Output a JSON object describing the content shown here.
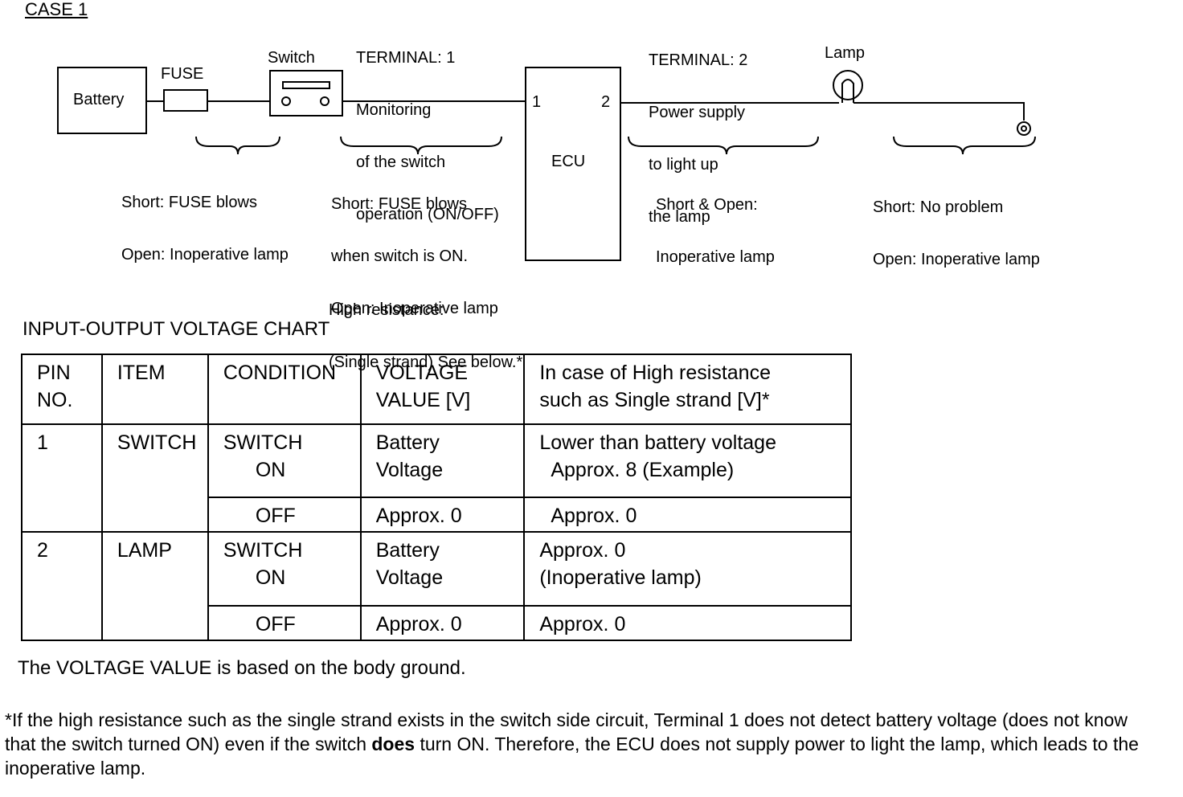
{
  "diagram": {
    "case_label": "CASE 1",
    "battery_label": "Battery",
    "fuse_label": "FUSE",
    "switch_label": "Switch",
    "ecu_label": "ECU",
    "ecu_pin1": "1",
    "ecu_pin2": "2",
    "lamp_label": "Lamp",
    "terminal1": [
      "TERMINAL: 1",
      "Monitoring",
      "of the switch",
      "operation (ON/OFF)"
    ],
    "terminal2": [
      "TERMINAL: 2",
      "Power supply",
      "to light up",
      "the lamp"
    ],
    "note_battery_switch": [
      "Short: FUSE blows",
      "Open: Inoperative lamp"
    ],
    "note_switch_ecu": [
      "Short: FUSE blows",
      "when switch is ON.",
      "Open: Inoperative lamp"
    ],
    "note_ecu_lamp": [
      "Short & Open:",
      "Inoperative lamp"
    ],
    "note_lamp_ground": [
      "Short: No problem",
      "Open: Inoperative lamp"
    ],
    "high_resistance": [
      "High resistance:",
      "(Single strand) See below.*"
    ]
  },
  "chart": {
    "title": "INPUT-OUTPUT VOLTAGE CHART",
    "headers": [
      "PIN\nNO.",
      "ITEM",
      "CONDITION",
      "VOLTAGE\nVALUE [V]",
      "In case of High resistance\nsuch as Single strand [V]*"
    ],
    "rows": [
      {
        "pin": "1",
        "item": "SWITCH",
        "cond_a": "SWITCH",
        "cond_b": "ON",
        "cond_c": "OFF",
        "volt_a": "Battery",
        "volt_b": "Voltage",
        "volt_c": "Approx. 0",
        "hr_a": "Lower than battery voltage",
        "hr_b": "Approx. 8 (Example)",
        "hr_c": "Approx. 0"
      },
      {
        "pin": "2",
        "item": "LAMP",
        "cond_a": "SWITCH",
        "cond_b": "ON",
        "cond_c": "OFF",
        "volt_a": "Battery",
        "volt_b": "Voltage",
        "volt_c": "Approx. 0",
        "hr_a": "Approx. 0",
        "hr_b": "(Inoperative lamp)",
        "hr_c": "Approx. 0"
      }
    ],
    "footnote": "The VOLTAGE VALUE is based on the body ground."
  },
  "note": {
    "part1": "*If the high resistance such as the single strand exists in the switch side circuit, Terminal 1 does not detect battery voltage (does not know that the switch turned ON) even if the switch ",
    "bold": "does",
    "part2": " turn ON.  Therefore, the ECU does not supply power to light the lamp, which leads to the inoperative lamp."
  }
}
